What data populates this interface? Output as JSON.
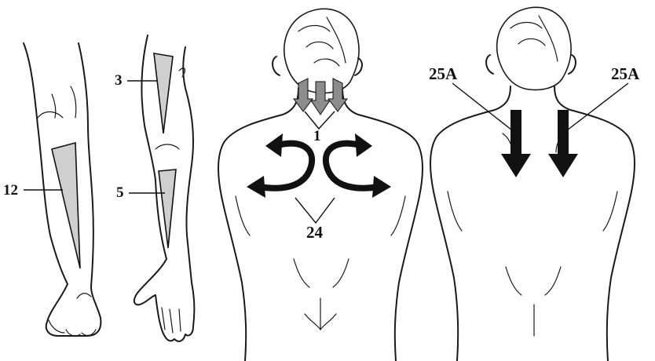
{
  "labels": {
    "leg_strip": "12",
    "arm_upper_strip": "3",
    "arm_lower_strip": "5",
    "neck_arrows": "1",
    "back_curved_arrows": "24",
    "shoulder_arrow_left": "25A",
    "shoulder_arrow_right": "25A"
  },
  "colors": {
    "strip_fill": "#cfcfcf",
    "neck_arrow_fill": "#8c8c8c",
    "arrow_fill": "#111111",
    "outline": "#1a1a1a"
  }
}
